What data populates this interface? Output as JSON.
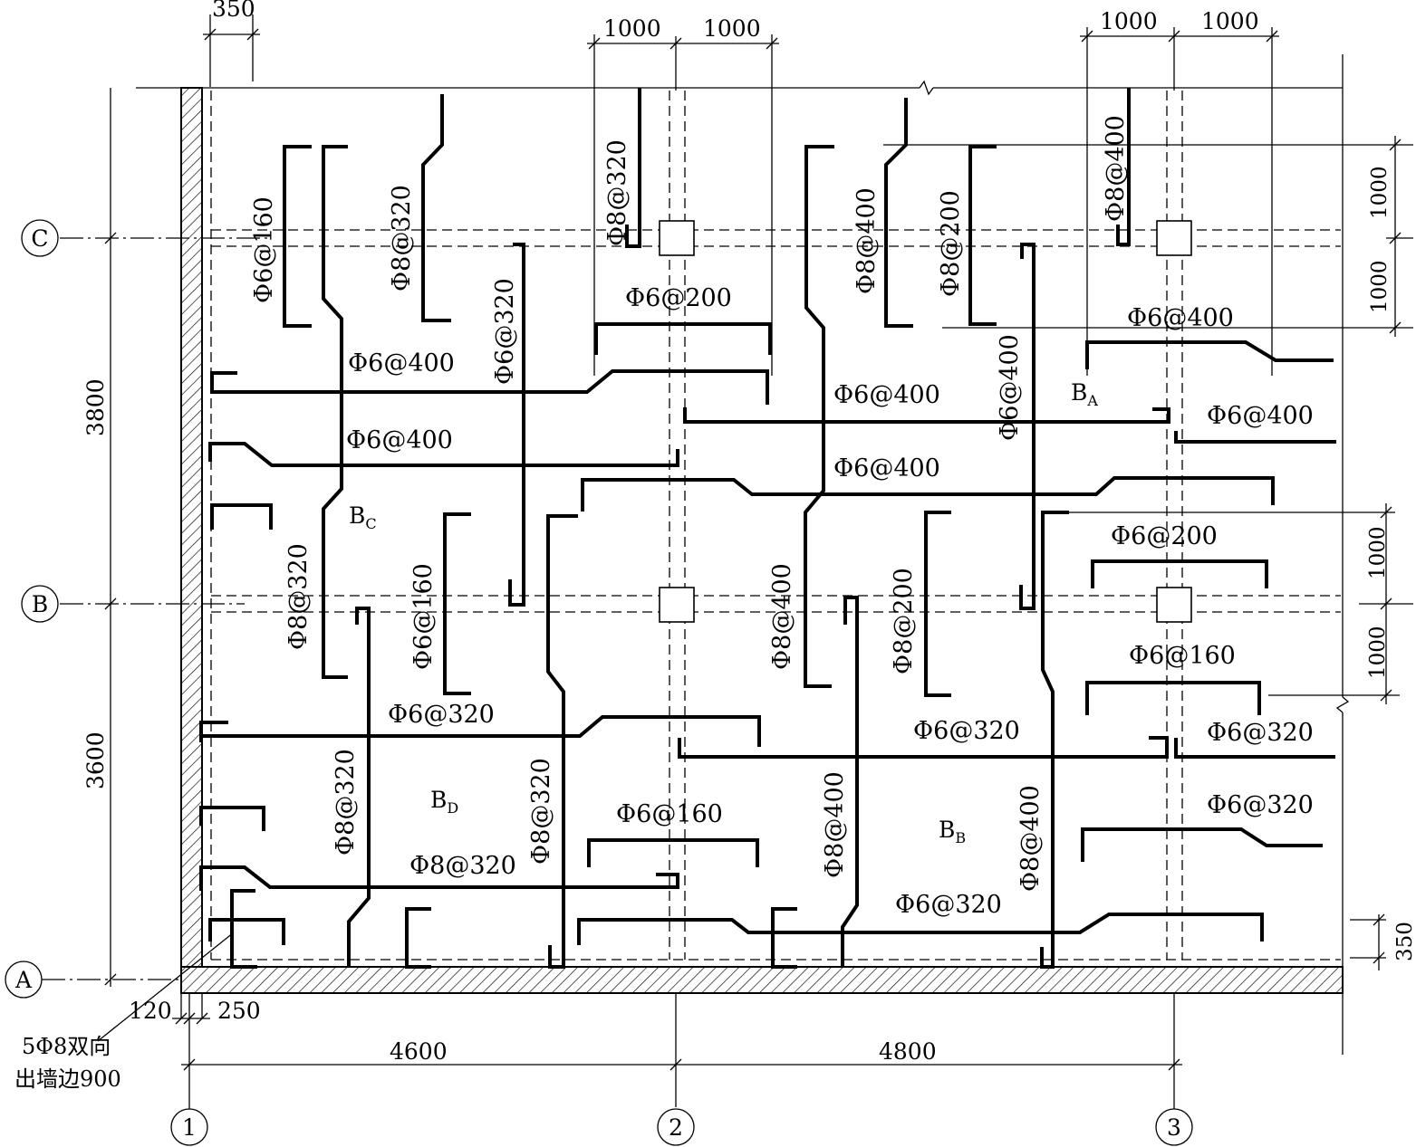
{
  "rebar_labels": {
    "l1": "Φ6@160",
    "l2": "Φ8@320",
    "l3": "Φ6@320",
    "l4": "Φ6@400",
    "l5": "Φ6@400",
    "l6": "Φ8@320",
    "l7": "Φ6@200",
    "l8": "Φ8@400",
    "l9": "Φ8@200",
    "l10": "Φ8@400",
    "l11": "Φ6@400",
    "l12": "Φ6@400",
    "l13": "Φ6@400",
    "l14": "Φ6@400",
    "l15": "Φ6@400",
    "l16": "Φ8@320",
    "l17": "Φ6@160",
    "l18": "Φ8@400",
    "l19": "Φ8@200",
    "l20": "Φ6@200",
    "l21": "Φ6@160",
    "l22": "Φ6@320",
    "l23": "Φ6@320",
    "l24": "Φ6@320",
    "l25": "Φ8@320",
    "l26": "Φ8@320",
    "l27": "Φ6@160",
    "l28": "Φ8@320",
    "l29": "Φ8@400",
    "l30": "Φ8@400",
    "l31": "Φ6@320",
    "l32": "Φ6@320"
  },
  "slabs": {
    "bc": {
      "main": "B",
      "sub": "C"
    },
    "ba": {
      "main": "B",
      "sub": "A"
    },
    "bd": {
      "main": "B",
      "sub": "D"
    },
    "bb": {
      "main": "B",
      "sub": "B"
    }
  },
  "dimensions": {
    "top_350": "350",
    "top_1000_a": "1000",
    "top_1000_b": "1000",
    "top_1000_c": "1000",
    "top_1000_d": "1000",
    "left_3800": "3800",
    "left_3600": "3600",
    "right_1000_a": "1000",
    "right_1000_b": "1000",
    "right_1000_c": "1000",
    "right_1000_d": "1000",
    "right_350": "350",
    "bottom_120": "120",
    "bottom_250": "250",
    "bottom_4600": "4600",
    "bottom_4800": "4800"
  },
  "axes": {
    "a": "A",
    "b": "B",
    "c": "C",
    "n1": "1",
    "n2": "2",
    "n3": "3"
  },
  "corner_note": {
    "line1": "5Φ8双向",
    "line2": "出墙边900"
  }
}
